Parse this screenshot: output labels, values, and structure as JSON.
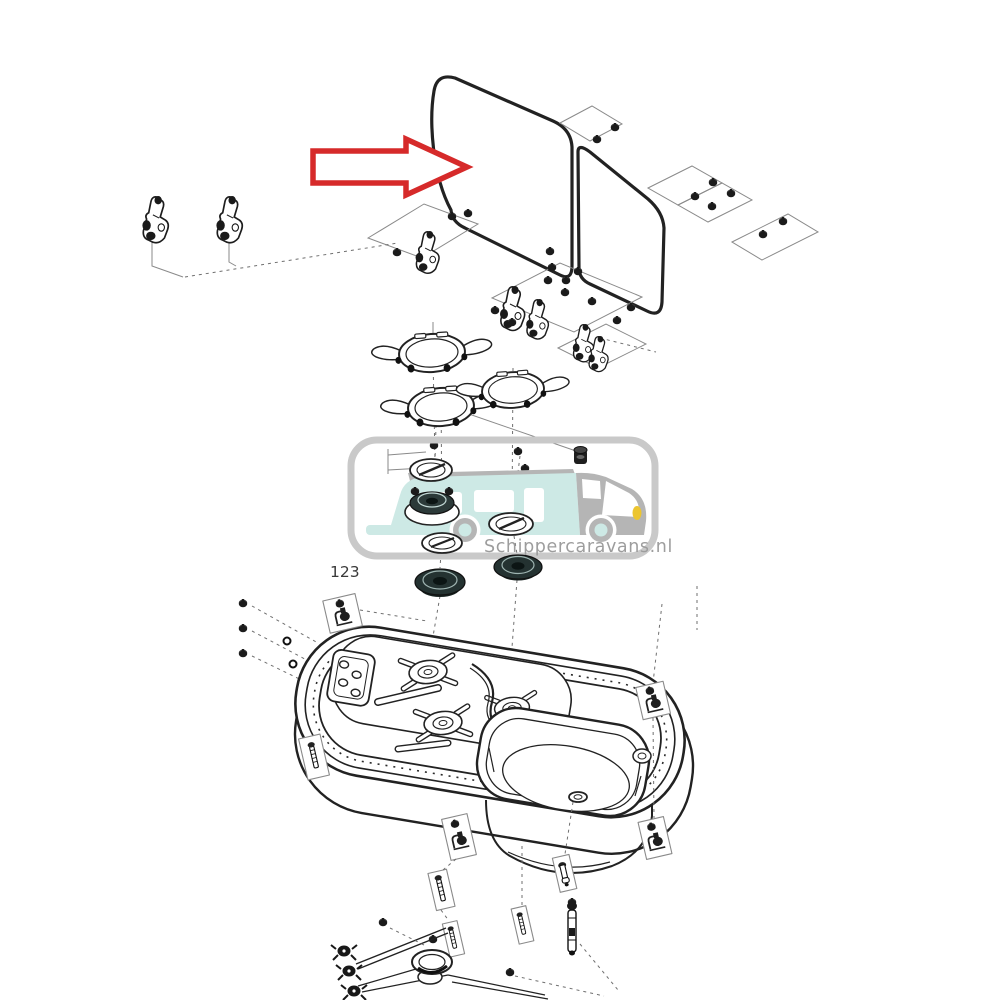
{
  "page": {
    "type": "exploded-parts-diagram",
    "subject": "Caravan combination hob and sink unit - exploded view",
    "background": "#ffffff"
  },
  "annotations": {
    "part_label": "123",
    "watermark_text": "Schippercaravans.nl"
  },
  "pointer_arrow": {
    "color": "#d62a2a",
    "direction": "right",
    "points_to": "glass-lid-left"
  },
  "colors": {
    "line": "#1f1f1f",
    "thin_line": "#8a8a8a",
    "arrow_red": "#d62a2a",
    "watermark_border": "#c9c9c9",
    "watermark_gray": "#b5b5b5",
    "watermark_teal": "#cde9e5",
    "watermark_text": "#9d9d9d",
    "accent_yellow": "#ecc52f",
    "dark_part": "#243231",
    "background": "#ffffff"
  },
  "parts": [
    "glass lid left",
    "glass lid right",
    "lid hinges",
    "fixing screws",
    "pan support trivets",
    "burner rings",
    "burner caps",
    "burner bases",
    "igniter",
    "basin with hob and sink bowl",
    "control bracket",
    "mounting clips",
    "gas manifold with valves",
    "venturi tube",
    "injector jet"
  ]
}
